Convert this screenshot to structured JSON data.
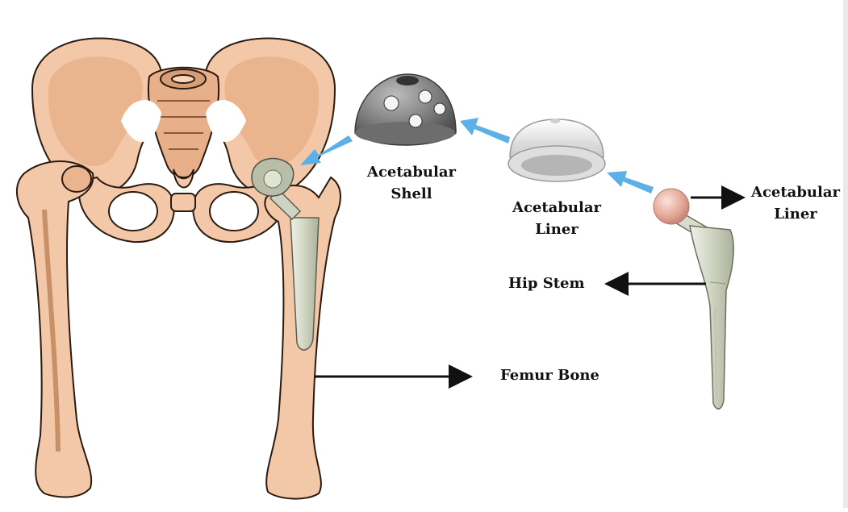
{
  "labels": {
    "acetabular_shell": [
      "Acetabular",
      "Shell"
    ],
    "acetabular_liner_middle": [
      "Acetabular",
      "Liner"
    ],
    "acetabular_liner_right": [
      "Acetabular",
      "Liner"
    ],
    "hip_stem": "Hip Stem",
    "femur_bone": "Femur Bone"
  },
  "colors": {
    "bone": "#f2c8a8",
    "bone_shadow": "#c98f66",
    "bone_outline": "#2b1a10",
    "arrow_blue": "#5bb0e6",
    "arrow_black": "#111111",
    "shell_metal": "#8a8a8a",
    "liner_white": "#eeeeee",
    "stem_metal": "#d7dccd",
    "femoral_head": "#e8a898"
  }
}
